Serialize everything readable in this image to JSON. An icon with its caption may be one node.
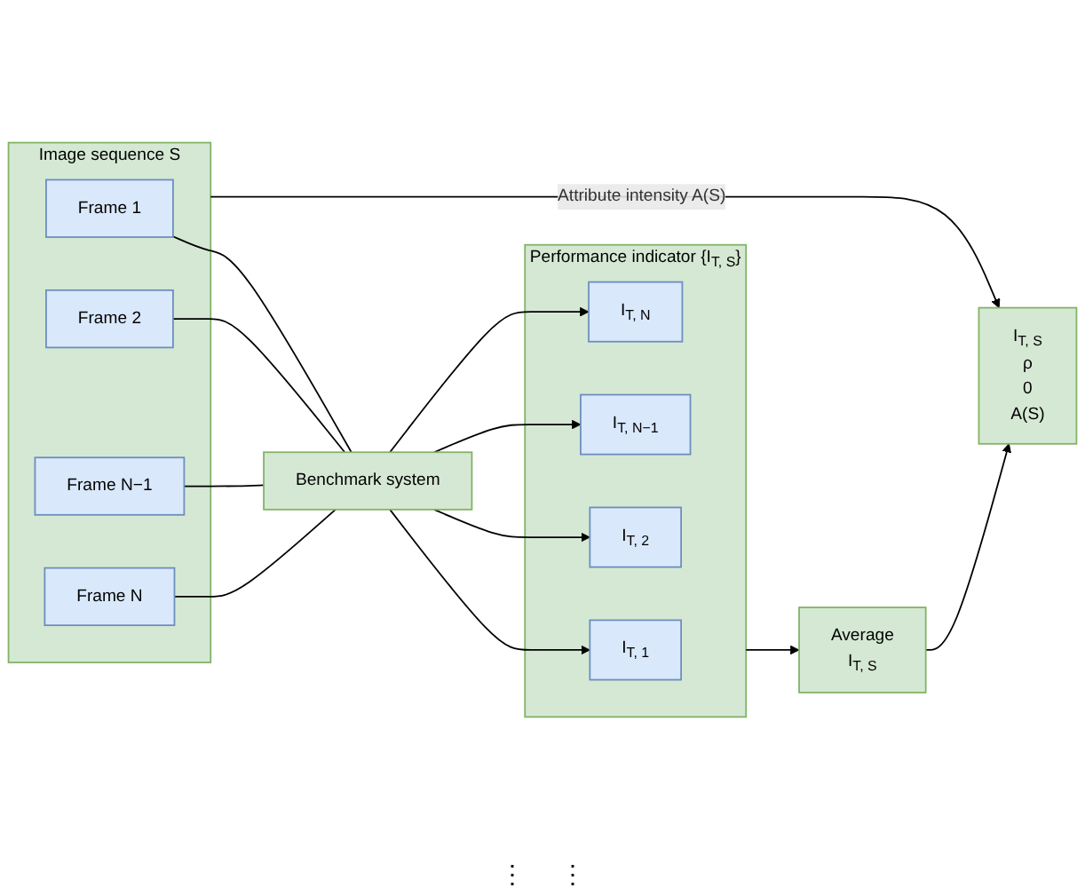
{
  "diagram": {
    "nodes": [
      {
        "text": [
          "Image sequence S"
        ]
      },
      {
        "text": [
          "Frame 1"
        ],
        "in": 0
      },
      {
        "text": [
          "Frame 2"
        ],
        "in": 0
      },
      {
        "text": [
          "Frame N−1"
        ],
        "in": 0
      },
      {
        "text": [
          "Frame N"
        ],
        "in": 0
      },
      {
        "text": [
          "Benchmark system"
        ]
      },
      {
        "text": [
          "Performance indicator {I$_{T, S}$}"
        ]
      },
      {
        "text": [
          "I$_{T, 1}$"
        ],
        "in": 6
      },
      {
        "text": [
          "I$_{T, 2}$"
        ],
        "in": 6
      },
      {
        "text": [
          "I$_{T, N−1}$"
        ],
        "in": 6
      },
      {
        "text": [
          "I$_{T, N}$"
        ],
        "in": 6
      },
      {
        "text": [
          "Average",
          "I$_{T, S}$"
        ]
      },
      {
        "text": [
          "I$_{T, S}$",
          "ρ",
          "0",
          "A(S)"
        ]
      }
    ],
    "edges": [
      {
        "from": 1,
        "to": 5,
        "arrow": "none"
      },
      {
        "from": 2,
        "to": 5,
        "arrow": "none"
      },
      {
        "from": 3,
        "to": 5,
        "arrow": "none"
      },
      {
        "from": 4,
        "to": 5,
        "arrow": "none"
      },
      {
        "from": 5,
        "to": 7,
        "arrow": "to"
      },
      {
        "from": 5,
        "to": 8,
        "arrow": "to"
      },
      {
        "from": 5,
        "to": 9,
        "arrow": "to"
      },
      {
        "from": 5,
        "to": 10,
        "arrow": "to"
      },
      {
        "from": 6,
        "to": 11,
        "arrow": "to"
      },
      {
        "from": 11,
        "to": 12,
        "arrow": "to"
      },
      {
        "from": 0,
        "to": 12,
        "label": "Attribute intensity A(S)",
        "arrow": "to"
      }
    ],
    "labels": [
      "⋮",
      "⋮"
    ]
  }
}
